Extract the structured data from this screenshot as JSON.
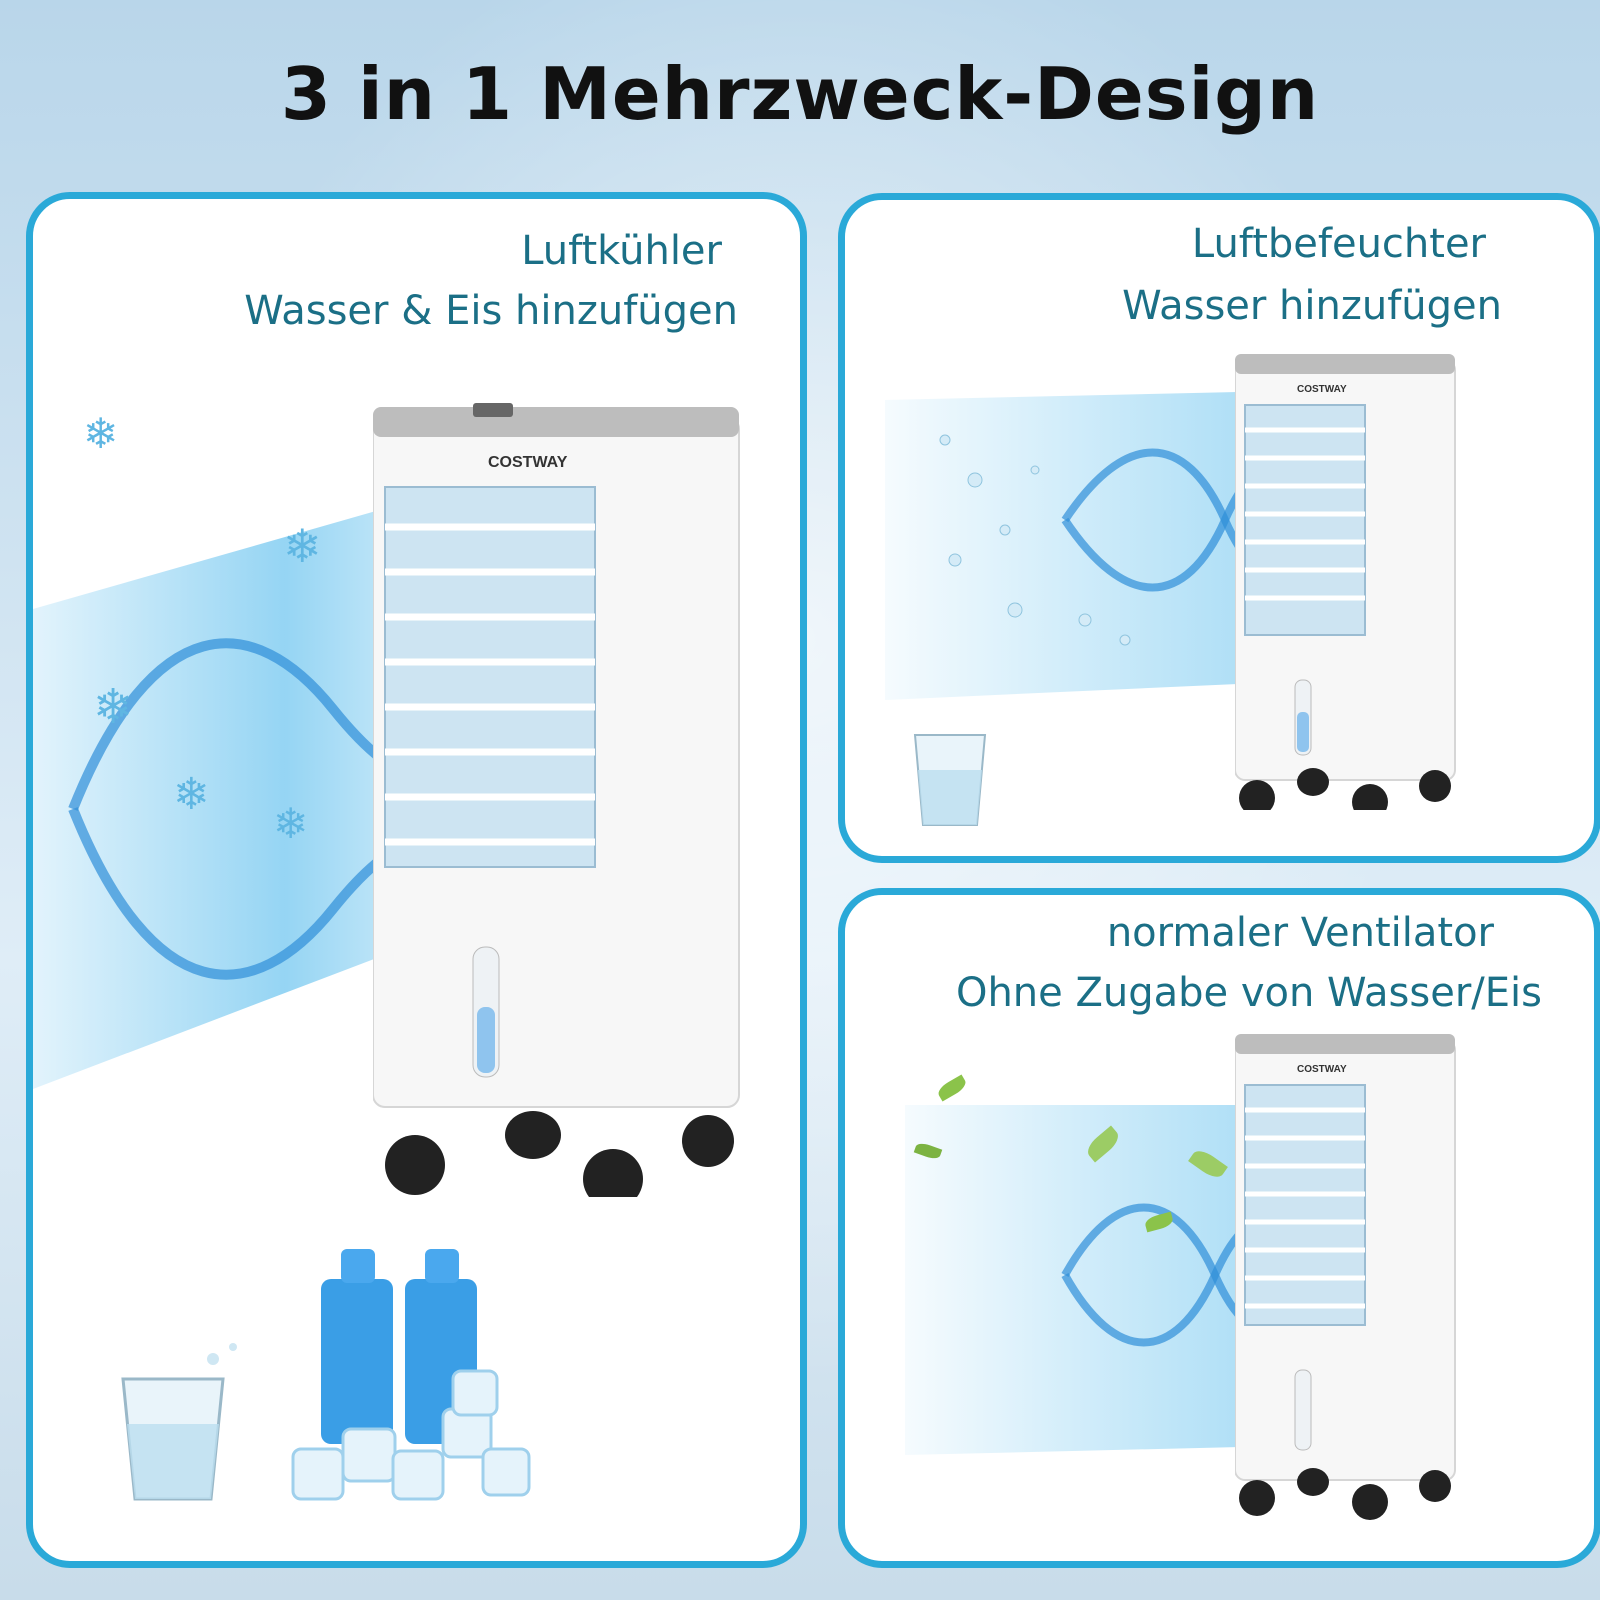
{
  "title": "3 in 1 Mehrzweck-Design",
  "brand": "COSTWAY",
  "panels": [
    {
      "line1": "Luftkühler",
      "line2": "Wasser & Eis hinzufügen"
    },
    {
      "line1": "Luftbefeuchter",
      "line2": "Wasser hinzufügen"
    },
    {
      "line1": "normaler Ventilator",
      "line2": "Ohne Zugabe von Wasser/Eis"
    }
  ],
  "colors": {
    "border": "#2aa9d8",
    "text": "#1b6f86",
    "airflow": "#3fb2ea"
  },
  "icons": [
    "snowflake-icon",
    "water-glass-icon",
    "ice-pack-icon",
    "ice-cube-icon",
    "leaf-icon"
  ]
}
